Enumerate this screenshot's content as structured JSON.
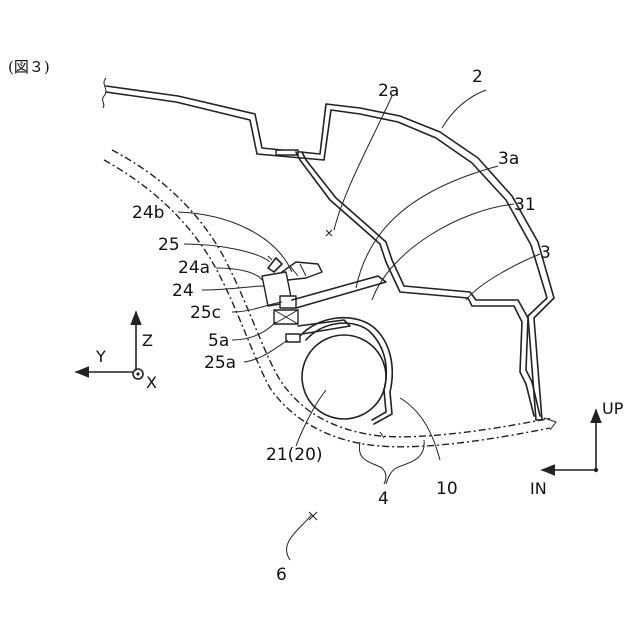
{
  "caption": "(図３)",
  "labels": {
    "l2": "2",
    "l2a": "2a",
    "l3": "3",
    "l3a": "3a",
    "l31": "31",
    "l24b": "24b",
    "l25": "25",
    "l24a": "24a",
    "l24": "24",
    "l25c": "25c",
    "l5a": "5a",
    "l25a": "25a",
    "l21": "21(20)",
    "l4": "4",
    "l10": "10",
    "l6": "6"
  },
  "axes_left": {
    "z": "Z",
    "y": "Y",
    "x": "X"
  },
  "axes_right": {
    "up": "UP",
    "in": "IN"
  }
}
